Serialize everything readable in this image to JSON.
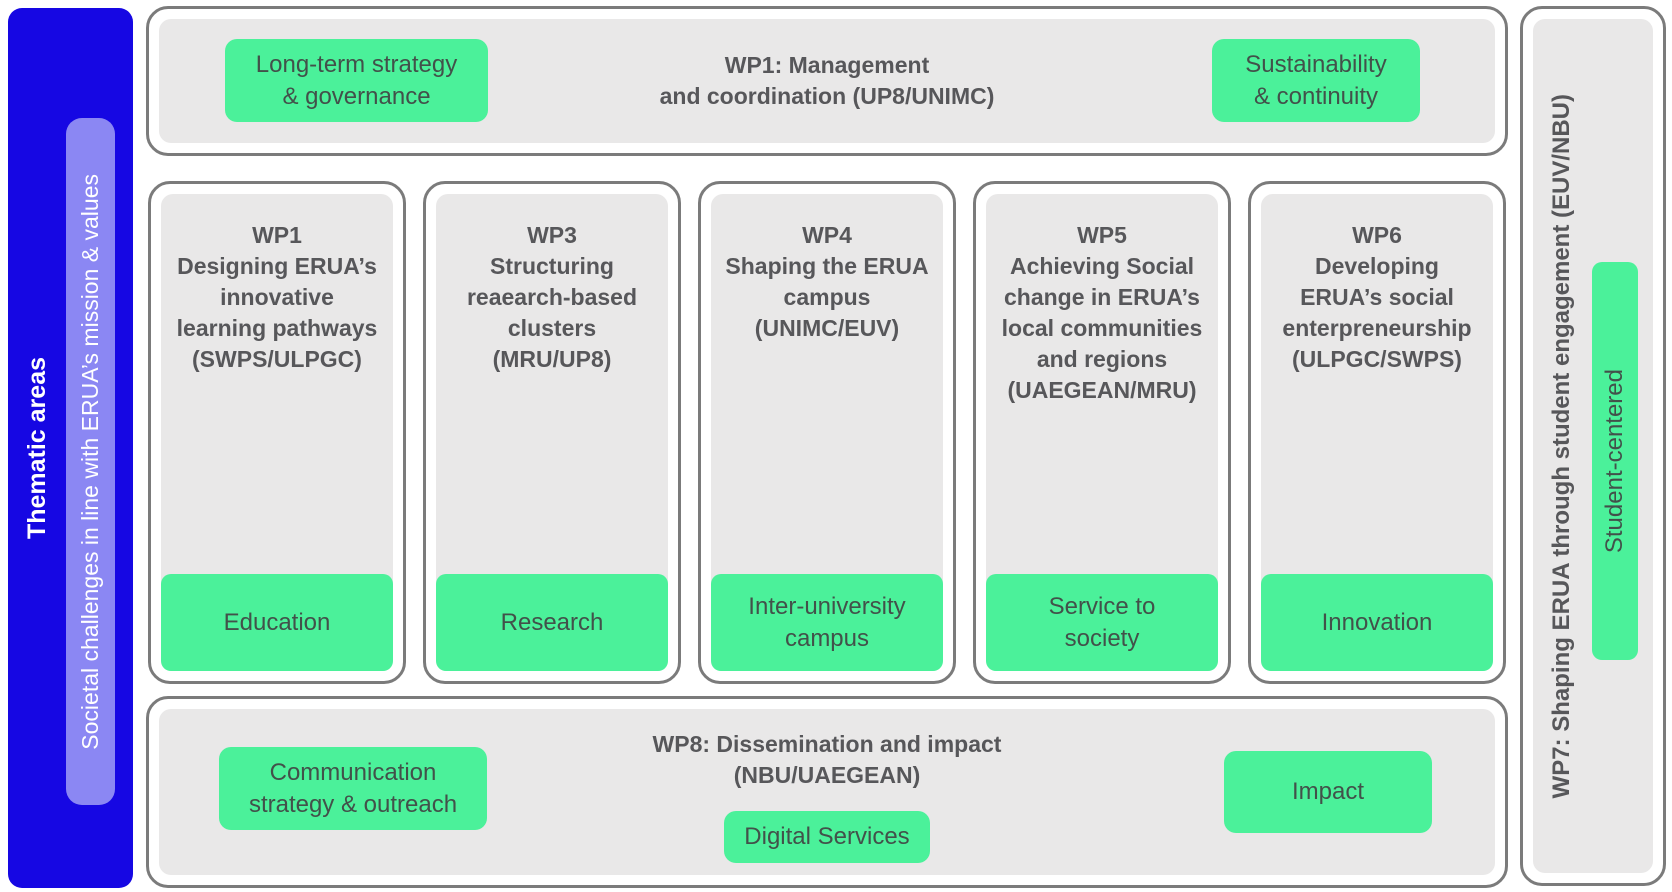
{
  "colors": {
    "blue": "#1607E3",
    "light_purple": "#8B87F3",
    "green": "#4BF19A",
    "panel_gray": "#E9E8E8",
    "border_gray": "#7B7B7B",
    "title_text": "#57575A",
    "tag_text": "#42514A",
    "white": "#FFFFFF"
  },
  "sidebar": {
    "title": "Thematic areas",
    "pill_label": "Societal challenges in line with ERUA’s mission & values"
  },
  "top_box": {
    "title": "WP1: Management\nand coordination (UP8/UNIMC)",
    "left_tag": "Long-term strategy\n& governance",
    "right_tag": "Sustainability\n& continuity"
  },
  "columns": [
    {
      "title": "WP1\nDesigning ERUA’s\ninnovative\nlearning pathways\n(SWPS/ULPGC)",
      "tag": "Education"
    },
    {
      "title": "WP3\nStructuring\nreaearch-based\nclusters\n(MRU/UP8)",
      "tag": "Research"
    },
    {
      "title": "WP4\nShaping the ERUA\ncampus\n(UNIMC/EUV)",
      "tag": "Inter-university\ncampus"
    },
    {
      "title": "WP5\nAchieving Social\nchange in ERUA’s\nlocal communities\nand regions\n(UAEGEAN/MRU)",
      "tag": "Service to\nsociety"
    },
    {
      "title": "WP6\nDeveloping\nERUA’s social\nenterpreneurship\n(ULPGC/SWPS)",
      "tag": "Innovation"
    }
  ],
  "bottom_box": {
    "title": "WP8: Dissemination and impact\n(NBU/UAEGEAN)",
    "left_tag": "Communication\nstrategy & outreach",
    "center_tag": "Digital Services",
    "right_tag": "Impact"
  },
  "right_box": {
    "title": "WP7: Shaping ERUA through student engagement (EUV/NBU)",
    "tag": "Student-centered"
  }
}
